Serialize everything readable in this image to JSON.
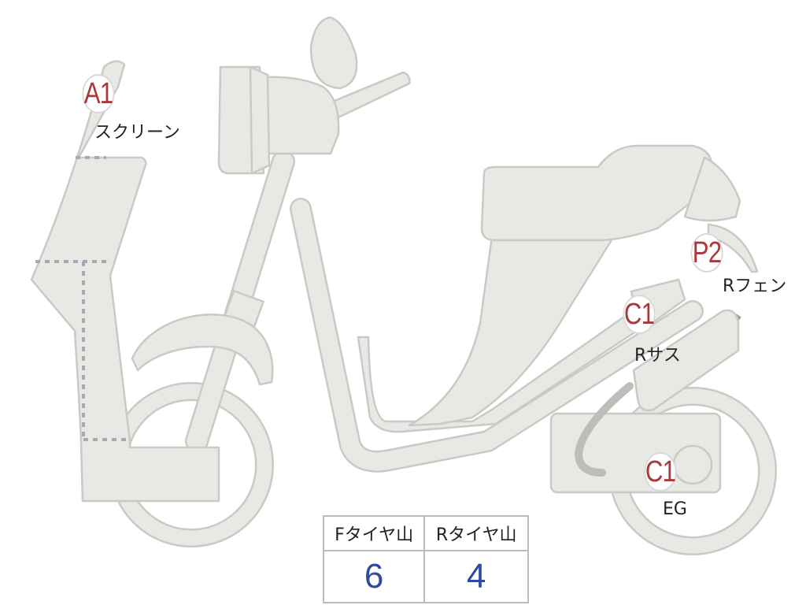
{
  "markers": [
    {
      "id": "A1",
      "text": "A1",
      "label": "スクリーン",
      "color": "#a83a3a"
    },
    {
      "id": "P2",
      "text": "P2",
      "label": "Rフェン",
      "color": "#a83a3a"
    },
    {
      "id": "C1a",
      "text": "C1",
      "label": "Rサス",
      "color": "#a83a3a"
    },
    {
      "id": "C1b",
      "text": "C1",
      "label": "EG",
      "color": "#a83a3a"
    }
  ],
  "tire_table": {
    "front_header": "Fタイヤ山",
    "rear_header": "Rタイヤ山",
    "front_value": "6",
    "rear_value": "4",
    "value_color": "#2f4aa0"
  },
  "colors": {
    "body": "#e8e8e5",
    "outline": "#c9c9c6",
    "dotted": "#a8aab3"
  }
}
